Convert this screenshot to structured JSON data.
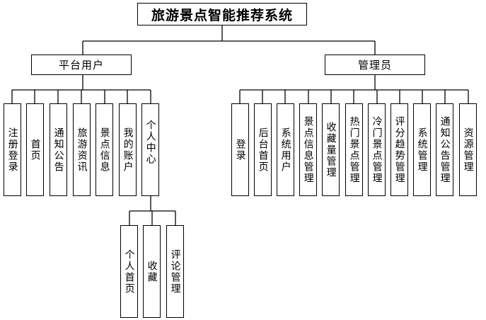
{
  "root": {
    "label": "旅游景点智能推荐系统"
  },
  "platform_user": {
    "label": "平台用户",
    "children": [
      "注册登录",
      "首页",
      "通知公告",
      "旅游资讯",
      "景点信息",
      "我的账户",
      "个人中心"
    ]
  },
  "personal_center": {
    "children": [
      "个人首页",
      "收藏",
      "评论管理"
    ]
  },
  "admin": {
    "label": "管理员",
    "children": [
      "登录",
      "后台首页",
      "系统用户",
      "景点信息管理",
      "收藏量管理",
      "热门景点管理",
      "冷门景点管理",
      "评分趋势管理",
      "系统管理",
      "通知公告管理",
      "资源管理"
    ]
  }
}
